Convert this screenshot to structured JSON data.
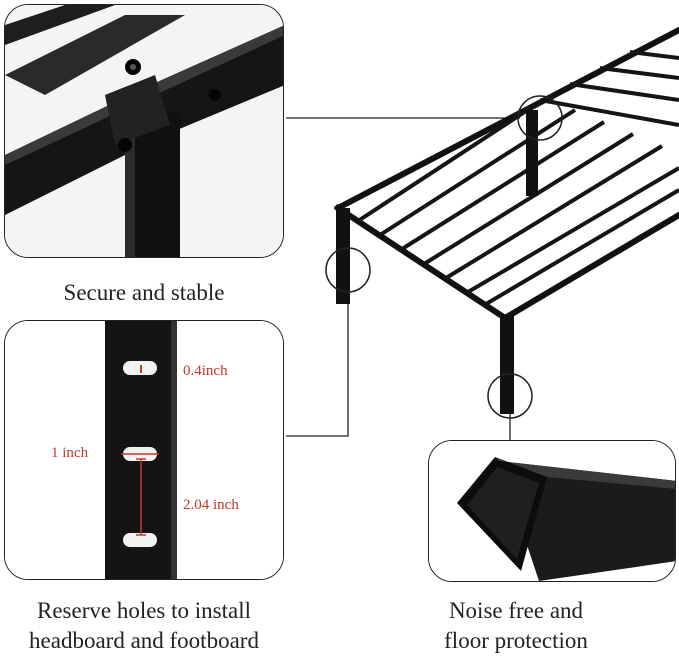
{
  "captions": {
    "secure": "Secure and stable",
    "reserve_line1": "Reserve holes to install",
    "reserve_line2": "headboard and footboard",
    "noise_line1": "Noise free and",
    "noise_line2": "floor protection"
  },
  "dimensions": {
    "slot": "0.4inch",
    "hole": "1 inch",
    "spacing": "2.04 inch"
  },
  "colors": {
    "frame": "#1a1a1a",
    "dimension": "#c0392b"
  }
}
